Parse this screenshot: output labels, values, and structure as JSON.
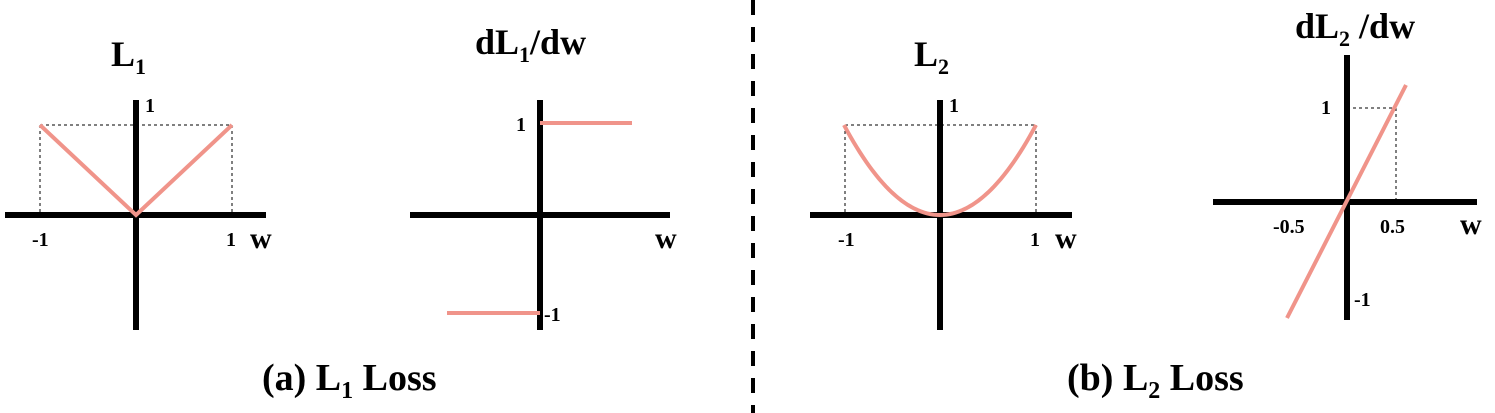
{
  "separator": {
    "style": "dashed"
  },
  "curve_color": "#f0948a",
  "panel_a": {
    "caption": {
      "prefix": "(a) L",
      "sub": "1",
      "suffix": " Loss"
    },
    "loss_plot": {
      "title": {
        "main": "L",
        "sub": "1"
      },
      "ticks": {
        "x_neg": "-1",
        "x_pos": "1",
        "y_top": "1"
      },
      "x_label": "w",
      "function": "abs(w)",
      "x_range": [
        -1,
        1
      ]
    },
    "deriv_plot": {
      "title": {
        "prefix": "dL",
        "sub": "1",
        "suffix": "/dw"
      },
      "ticks": {
        "y_pos": "1",
        "y_neg": "-1"
      },
      "x_label": "w",
      "function": "sign(w)"
    }
  },
  "panel_b": {
    "caption": {
      "prefix": "(b) L",
      "sub": "2",
      "suffix": " Loss"
    },
    "loss_plot": {
      "title": {
        "main": "L",
        "sub": "2"
      },
      "ticks": {
        "x_neg": "-1",
        "x_pos": "1",
        "y_top": "1"
      },
      "x_label": "w",
      "function": "w^2",
      "x_range": [
        -1,
        1
      ]
    },
    "deriv_plot": {
      "title": {
        "prefix": "dL",
        "sub": "2",
        "suffix": " /dw"
      },
      "ticks": {
        "x_neg": "-0.5",
        "x_pos": "0.5",
        "y_pos": "1",
        "y_neg": "-1"
      },
      "x_label": "w",
      "function": "2w"
    }
  }
}
